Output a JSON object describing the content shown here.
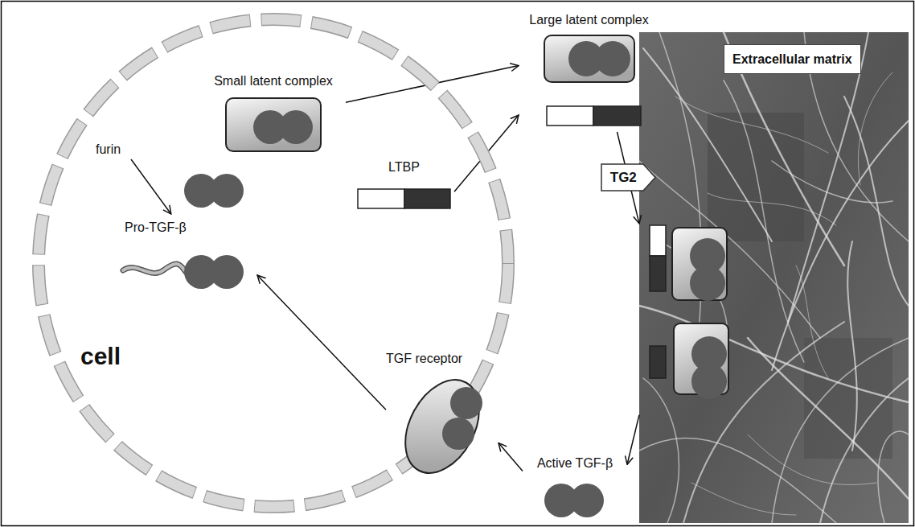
{
  "diagram": {
    "nodes": [
      {
        "text": [
          "cell"
        ]
      },
      {
        "text": [
          "Small latent complex"
        ],
        "in": 0
      },
      {
        "text": [
          "furin"
        ],
        "in": 0
      },
      {
        "text": [
          "Pro-TGF-β"
        ],
        "in": 0
      },
      {
        "text": [
          "LTBP"
        ],
        "in": 0
      },
      {
        "text": [
          "TGF receptor"
        ],
        "in": 0
      },
      {
        "text": [
          "Large latent complex"
        ]
      },
      {
        "text": [
          "Extracellular matrix"
        ]
      },
      {
        "text": [
          "Active TGF-β"
        ]
      }
    ],
    "edges": [
      {
        "from": 1,
        "to": 6,
        "arrow": "to"
      },
      {
        "from": 4,
        "to": 6,
        "arrow": "to"
      },
      {
        "from": 2,
        "to": 3,
        "arrow": "to"
      },
      {
        "from": 6,
        "to": 7,
        "label": "TG2",
        "arrow": "to"
      },
      {
        "from": 7,
        "to": 8,
        "arrow": "to"
      },
      {
        "from": 8,
        "to": 5,
        "arrow": "to"
      },
      {
        "from": 5,
        "to": 3,
        "arrow": "to"
      }
    ]
  }
}
